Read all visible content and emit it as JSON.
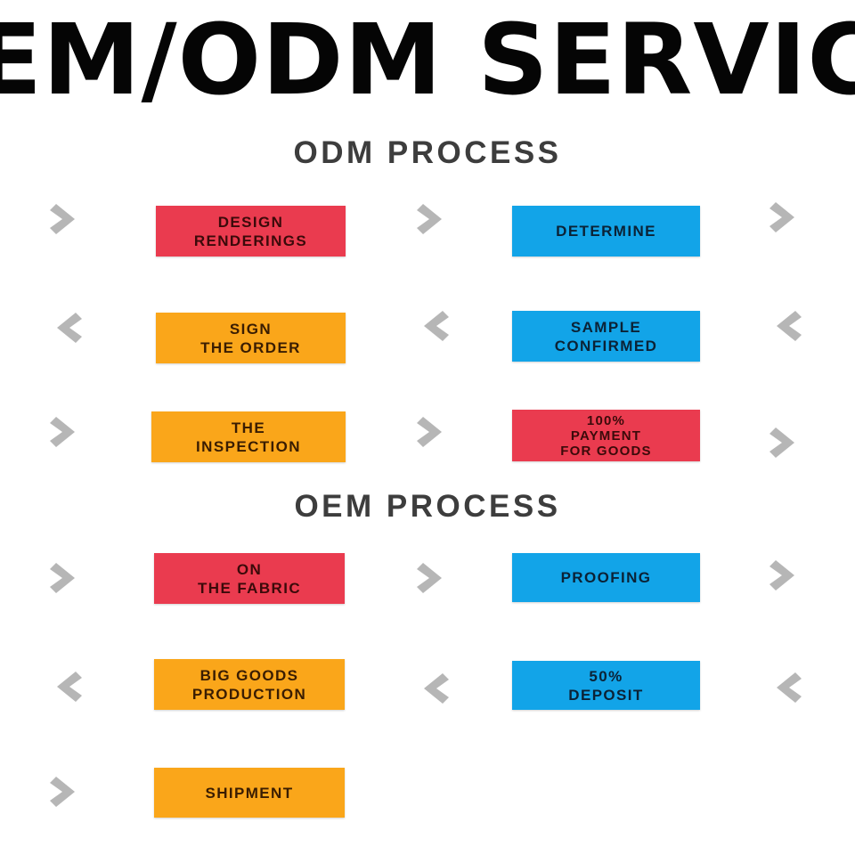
{
  "banner": {
    "title": "OEM/ODM SERVICE",
    "visible_text": "EM/ODM SERVIC",
    "text_color": "#050505",
    "clipped": "both-sides"
  },
  "palette": {
    "background": "#ffffff",
    "red": "#ea3b4f",
    "orange": "#faa61a",
    "blue": "#12a4e8",
    "arrow_gray": "#b6b6b6",
    "heading_gray": "#3d3d3d"
  },
  "sections": [
    {
      "id": "odm",
      "heading": "ODM PROCESS",
      "rows": [
        {
          "direction": "right",
          "arrows": [
            "chevron-right-icon",
            "chevron-right-icon",
            "chevron-right-icon"
          ],
          "left_box": {
            "label": "DESIGN\nRENDERINGS",
            "color": "red"
          },
          "right_box": {
            "label": "DETERMINE",
            "color": "blue"
          }
        },
        {
          "direction": "left",
          "arrows": [
            "chevron-left-icon",
            "chevron-left-icon",
            "chevron-left-icon"
          ],
          "left_box": {
            "label": "SIGN\nTHE ORDER",
            "color": "orange"
          },
          "right_box": {
            "label": "SAMPLE\nCONFIRMED",
            "color": "blue"
          }
        },
        {
          "direction": "right",
          "arrows": [
            "chevron-right-icon",
            "chevron-right-icon",
            "chevron-right-icon"
          ],
          "left_box": {
            "label": "THE\nINSPECTION",
            "color": "orange"
          },
          "right_box": {
            "label": "100%\nPAYMENT\nFOR GOODS",
            "color": "red"
          }
        }
      ]
    },
    {
      "id": "oem",
      "heading": "OEM PROCESS",
      "rows": [
        {
          "direction": "right",
          "arrows": [
            "chevron-right-icon",
            "chevron-right-icon",
            "chevron-right-icon"
          ],
          "left_box": {
            "label": "ON\nTHE FABRIC",
            "color": "red"
          },
          "right_box": {
            "label": "PROOFING",
            "color": "blue"
          }
        },
        {
          "direction": "left",
          "arrows": [
            "chevron-left-icon",
            "chevron-left-icon",
            "chevron-left-icon"
          ],
          "left_box": {
            "label": "BIG GOODS\nPRODUCTION",
            "color": "orange"
          },
          "right_box": {
            "label": "50%\nDEPOSIT",
            "color": "blue"
          }
        },
        {
          "direction": "right",
          "arrows": [
            "chevron-right-icon"
          ],
          "left_box": {
            "label": "SHIPMENT",
            "color": "orange"
          },
          "right_box": null
        }
      ]
    }
  ]
}
